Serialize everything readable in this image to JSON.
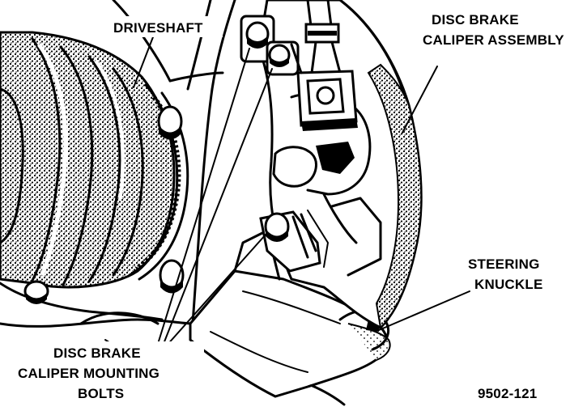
{
  "labels": {
    "driveshaft": "DRIVESHAFT",
    "caliper_line1": "DISC BRAKE",
    "caliper_line2": "CALIPER ASSEMBLY",
    "knuckle_line1": "STEERING",
    "knuckle_line2": "KNUCKLE",
    "bolts_line1": "DISC BRAKE",
    "bolts_line2": "CALIPER MOUNTING",
    "bolts_line3": "BOLTS",
    "figure_id": "9502-121"
  }
}
